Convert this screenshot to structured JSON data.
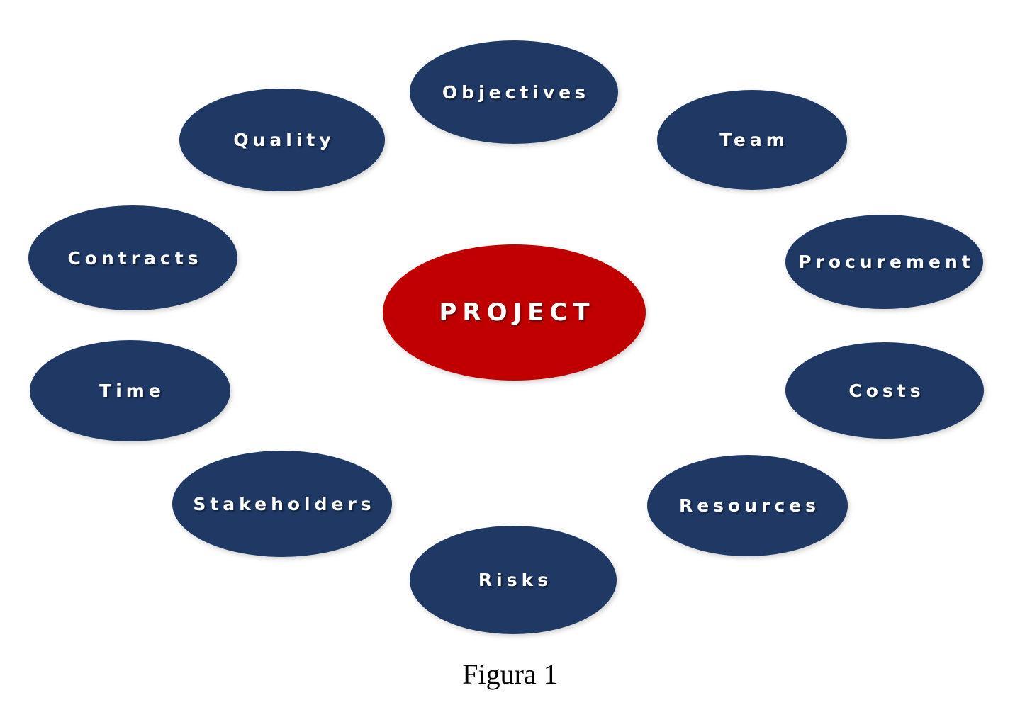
{
  "diagram": {
    "title_node": {
      "label": "PROJECT"
    },
    "nodes": [
      {
        "label": "Objectives"
      },
      {
        "label": "Quality"
      },
      {
        "label": "Team"
      },
      {
        "label": "Contracts"
      },
      {
        "label": "Procurement"
      },
      {
        "label": "Time"
      },
      {
        "label": "Costs"
      },
      {
        "label": "Stakeholders"
      },
      {
        "label": "Resources"
      },
      {
        "label": "Risks"
      }
    ],
    "colors": {
      "node_fill": "#1f3864",
      "center_fill": "#c00000",
      "node_text": "#ffffff",
      "caption_text": "#000000",
      "background": "#ffffff"
    }
  },
  "caption": {
    "text": "Figura 1"
  }
}
